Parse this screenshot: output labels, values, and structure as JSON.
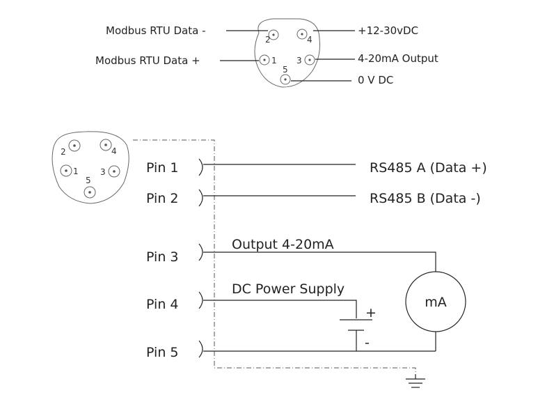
{
  "connector_top": {
    "pins": [
      "1",
      "2",
      "3",
      "4",
      "5"
    ],
    "labels": {
      "data_minus": "Modbus RTU Data -",
      "data_plus": "Modbus RTU Data +",
      "supply": "+12-30vDC",
      "output": "4-20mA Output",
      "zero_v": "0 V DC"
    }
  },
  "connector_bottom": {
    "pins": [
      "1",
      "2",
      "3",
      "4",
      "5"
    ]
  },
  "wiring": {
    "pin_labels": [
      "Pin 1",
      "Pin 2",
      "Pin 3",
      "Pin 4",
      "Pin 5"
    ],
    "rs485_a": "RS485 A (Data +)",
    "rs485_b": "RS485 B (Data -)",
    "output_label": "Output 4-20mA",
    "power_label": "DC Power Supply",
    "meter_label": "mA",
    "battery_plus": "+",
    "battery_minus": "-"
  }
}
